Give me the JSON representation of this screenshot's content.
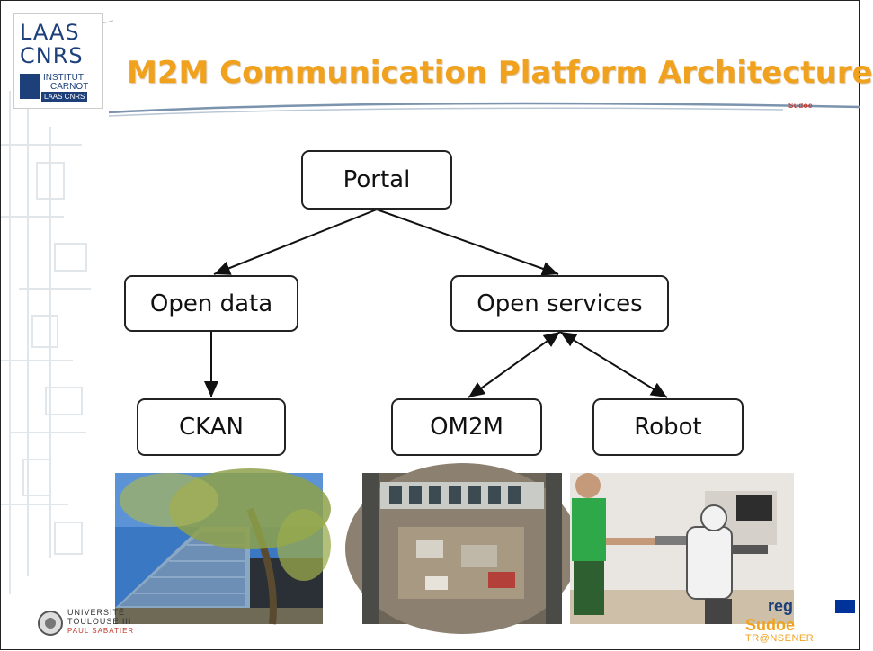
{
  "slide": {
    "title": "M2M Communication Platform Architecture",
    "header_tag": "Sudoe"
  },
  "logos": {
    "laas_line1": "LAAS",
    "laas_line2": "CNRS",
    "carnot_line1": "INSTITUT",
    "carnot_line2": "CARNOT",
    "carnot_line3": "LAAS CNRS",
    "university_line1": "UNIVERSITÉ",
    "university_line2": "TOULOUSE III",
    "university_line3": "PAUL SABATIER",
    "interreg": "reg",
    "sudoe": "Sudoe",
    "transener": "TR@NSENER"
  },
  "diagram": {
    "nodes": {
      "portal": "Portal",
      "open_data": "Open data",
      "open_services": "Open services",
      "ckan": "CKAN",
      "om2m": "OM2M",
      "robot": "Robot"
    },
    "edges": [
      {
        "from": "Portal",
        "to": "Open data",
        "type": "directed"
      },
      {
        "from": "Portal",
        "to": "Open services",
        "type": "directed"
      },
      {
        "from": "Open data",
        "to": "CKAN",
        "type": "directed"
      },
      {
        "from": "Open services",
        "to": "OM2M",
        "type": "bidirectional"
      },
      {
        "from": "Open services",
        "to": "Robot",
        "type": "bidirectional"
      }
    ]
  },
  "photos": [
    {
      "subject": "building-with-solar-facade"
    },
    {
      "subject": "adream-lab-interior"
    },
    {
      "subject": "person-with-robot"
    }
  ]
}
